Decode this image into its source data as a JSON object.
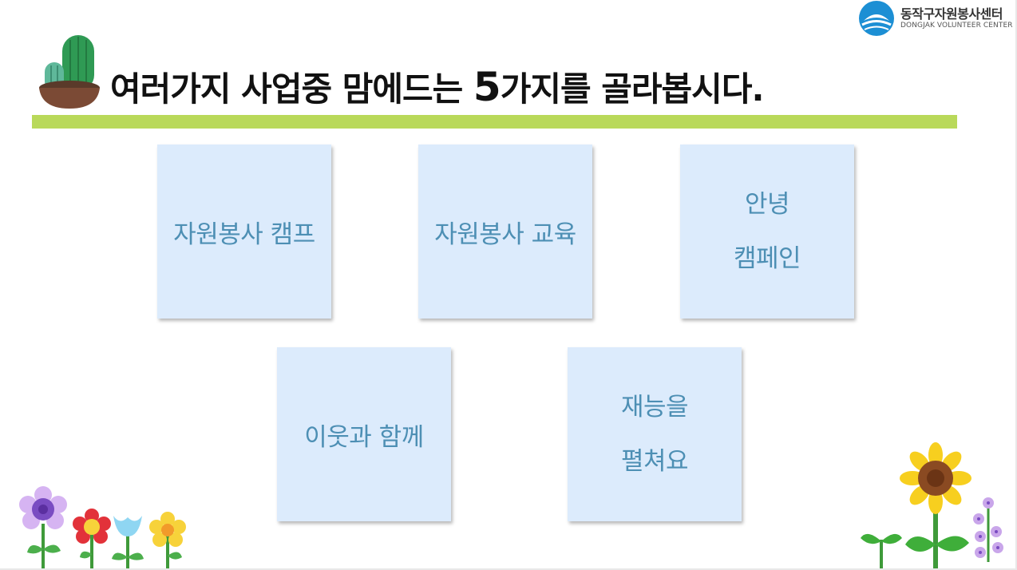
{
  "logo": {
    "name_kr": "동작구자원봉사센터",
    "name_en": "DONGJAK VOLUNTEER CENTER",
    "icon": "wave-circle-logo",
    "color": "#1c8fd4"
  },
  "slide": {
    "title_part1": "여러가지 사업중 맘에드는 ",
    "title_num": "5",
    "title_part2": "가지를 골라봅시다.",
    "accent_bar_color": "#b9d95a"
  },
  "cards": [
    {
      "line1": "자원봉사 캠프"
    },
    {
      "line1": "자원봉사 교육"
    },
    {
      "line1": "안녕",
      "line2": "캠페인"
    },
    {
      "line1": "이웃과 함께"
    },
    {
      "line1": "재능을",
      "line2": "펼쳐요"
    }
  ],
  "colors": {
    "card_bg": "#dcebfc",
    "card_text": "#4d8fb4"
  },
  "decorations": [
    "cactus-pot-icon",
    "flowers-left-illustration",
    "sunflower-illustration"
  ]
}
